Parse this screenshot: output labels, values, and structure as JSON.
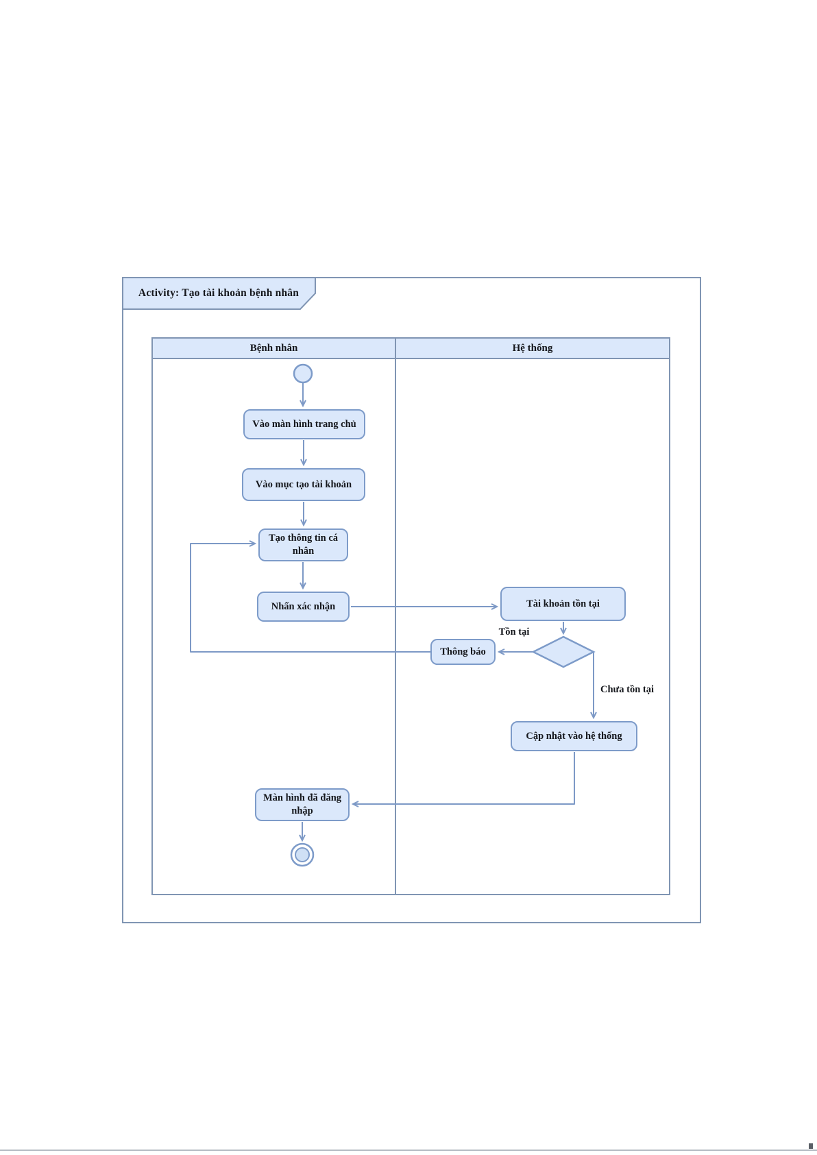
{
  "diagram": {
    "title": "Activity: Tạo tài khoản bệnh nhân",
    "lanes": [
      {
        "label": "Bệnh nhân"
      },
      {
        "label": "Hệ thống"
      }
    ],
    "nodes": {
      "start": {
        "type": "initial"
      },
      "home_screen": {
        "label": "Vào màn hình trang chủ",
        "lane": "Bệnh nhân"
      },
      "create_account_menu": {
        "label": "Vào mục tạo tài khoản",
        "lane": "Bệnh nhân"
      },
      "personal_info": {
        "label": "Tạo thông tin cá nhân",
        "lane": "Bệnh nhân"
      },
      "confirm": {
        "label": "Nhấn xác nhận",
        "lane": "Bệnh nhân"
      },
      "account_exists": {
        "label": "Tài khoản tồn tại",
        "lane": "Hệ thống"
      },
      "decision": {
        "type": "decision"
      },
      "notification": {
        "label": "Thông báo",
        "lane": "Hệ thống"
      },
      "update_system": {
        "label": "Cập nhật vào hệ thống",
        "lane": "Hệ thống"
      },
      "logged_in_screen": {
        "label": "Màn hình đã đăng nhập",
        "lane": "Bệnh nhân"
      },
      "end": {
        "type": "final"
      }
    },
    "edge_labels": {
      "exists": "Tồn tại",
      "not_exists": "Chưa tồn tại"
    },
    "edges": [
      {
        "from": "start",
        "to": "home_screen"
      },
      {
        "from": "home_screen",
        "to": "create_account_menu"
      },
      {
        "from": "create_account_menu",
        "to": "personal_info"
      },
      {
        "from": "personal_info",
        "to": "confirm"
      },
      {
        "from": "confirm",
        "to": "account_exists"
      },
      {
        "from": "account_exists",
        "to": "decision"
      },
      {
        "from": "decision",
        "to": "notification",
        "label": "Tồn tại"
      },
      {
        "from": "notification",
        "to": "personal_info"
      },
      {
        "from": "decision",
        "to": "update_system",
        "label": "Chưa tồn tại"
      },
      {
        "from": "update_system",
        "to": "logged_in_screen"
      },
      {
        "from": "logged_in_screen",
        "to": "end"
      }
    ],
    "colors": {
      "node_fill": "#dbe8fb",
      "node_stroke": "#7d9bc9",
      "connector": "#7d99c6",
      "frame_stroke": "#8095b3",
      "header_fill": "#dbe8fb",
      "text": "#15171c",
      "bottom_divider": "#b6bcc4"
    }
  }
}
